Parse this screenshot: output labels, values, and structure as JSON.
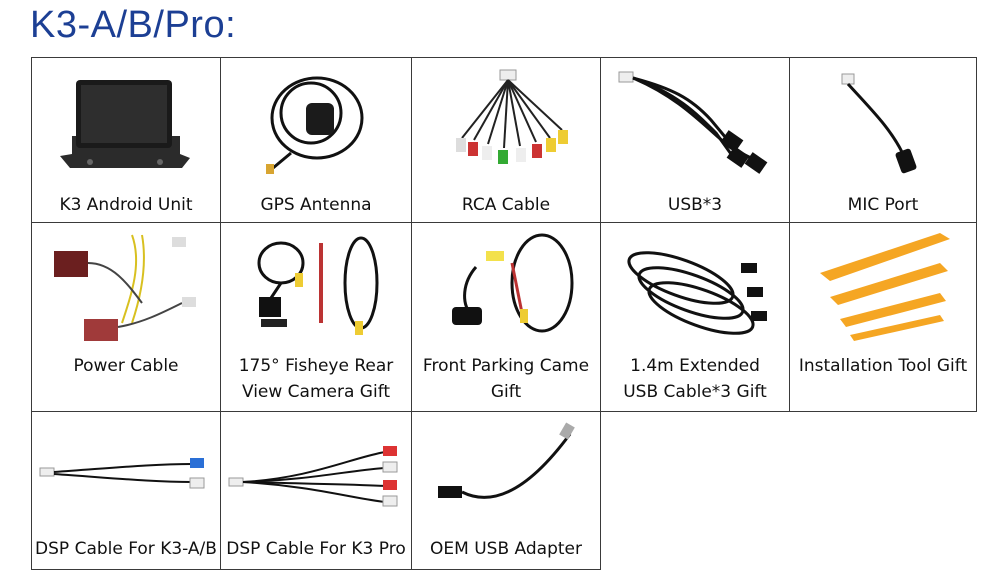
{
  "title": "K3-A/B/Pro:",
  "items": [
    {
      "caption": [
        "K3 Android Unit"
      ]
    },
    {
      "caption": [
        "GPS Antenna"
      ]
    },
    {
      "caption": [
        "RCA Cable"
      ]
    },
    {
      "caption": [
        "USB*3"
      ]
    },
    {
      "caption": [
        "MIC Port"
      ]
    },
    {
      "caption": [
        "Power Cable"
      ]
    },
    {
      "caption": [
        "175° Fisheye Rear",
        "View Camera Gift"
      ]
    },
    {
      "caption": [
        "Front Parking Came",
        "Gift"
      ]
    },
    {
      "caption": [
        "1.4m Extended",
        "USB Cable*3 Gift"
      ]
    },
    {
      "caption": [
        "Installation Tool Gift"
      ]
    },
    {
      "caption": [
        "DSP Cable For K3-A/B"
      ]
    },
    {
      "caption": [
        "DSP Cable For K3 Pro"
      ]
    },
    {
      "caption": [
        "OEM USB Adapter"
      ]
    }
  ],
  "colors": {
    "title": "#1c3f94",
    "border": "#3a3a3a",
    "tool": "#f5a623"
  }
}
